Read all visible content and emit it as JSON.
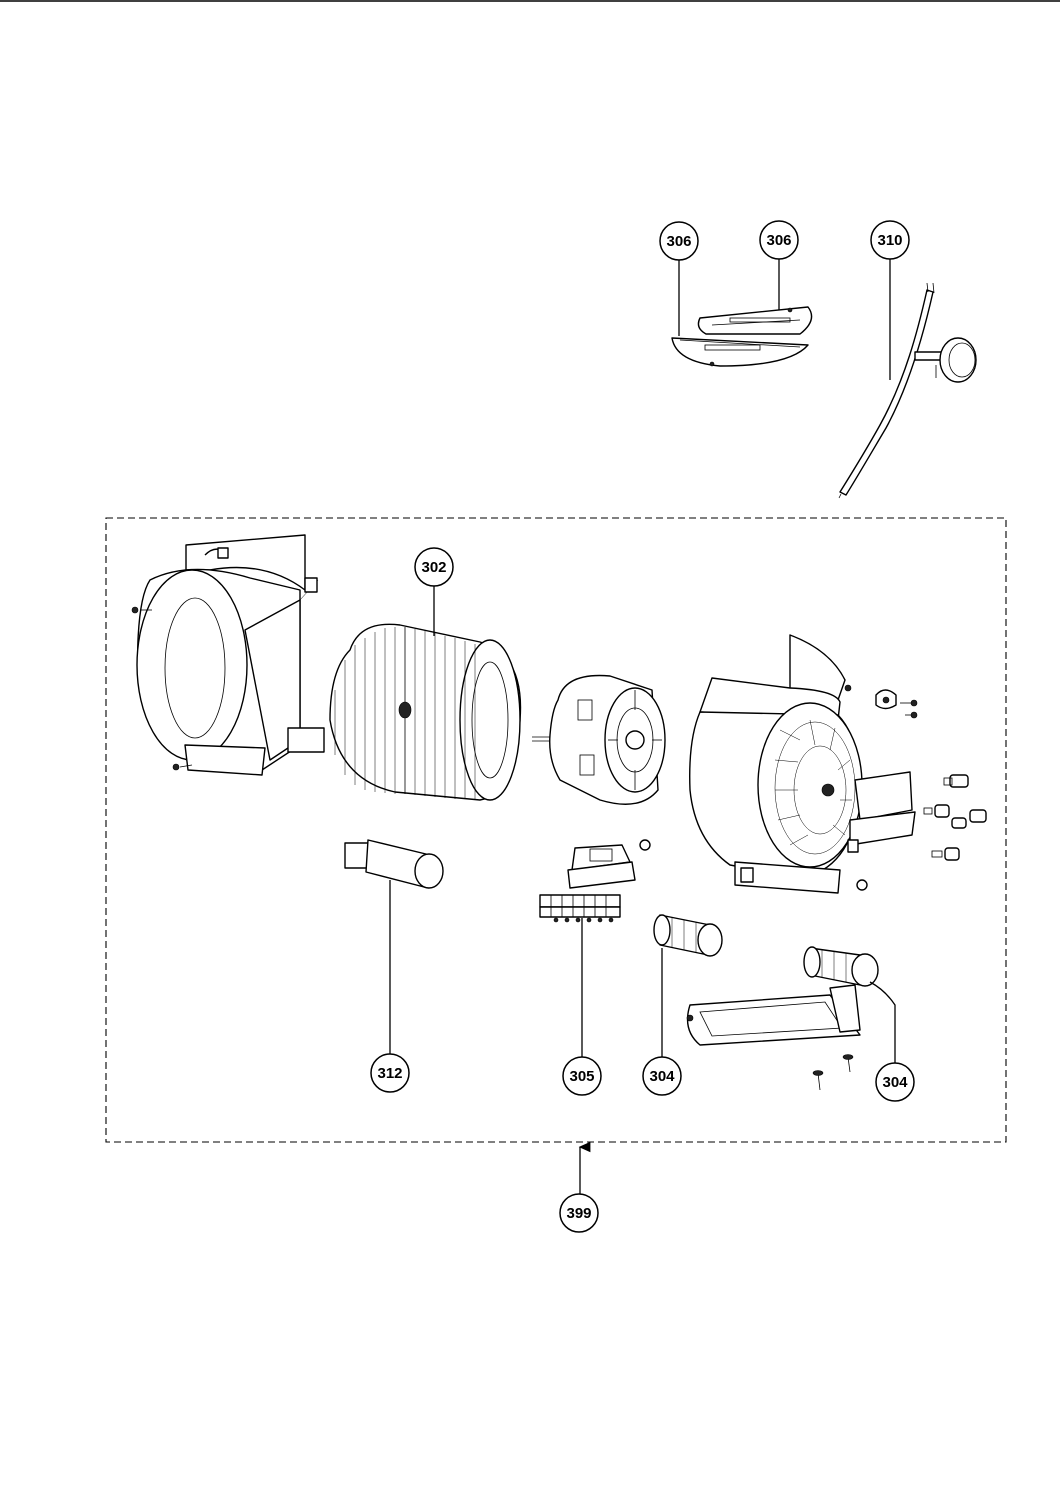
{
  "callouts": [
    {
      "id": "306a",
      "label": "306"
    },
    {
      "id": "306b",
      "label": "306"
    },
    {
      "id": "310",
      "label": "310"
    },
    {
      "id": "302",
      "label": "302"
    },
    {
      "id": "312",
      "label": "312"
    },
    {
      "id": "305",
      "label": "305"
    },
    {
      "id": "304a",
      "label": "304"
    },
    {
      "id": "304b",
      "label": "304"
    },
    {
      "id": "399",
      "label": "399"
    }
  ],
  "colors": {
    "line": "#000000",
    "background": "#ffffff"
  }
}
